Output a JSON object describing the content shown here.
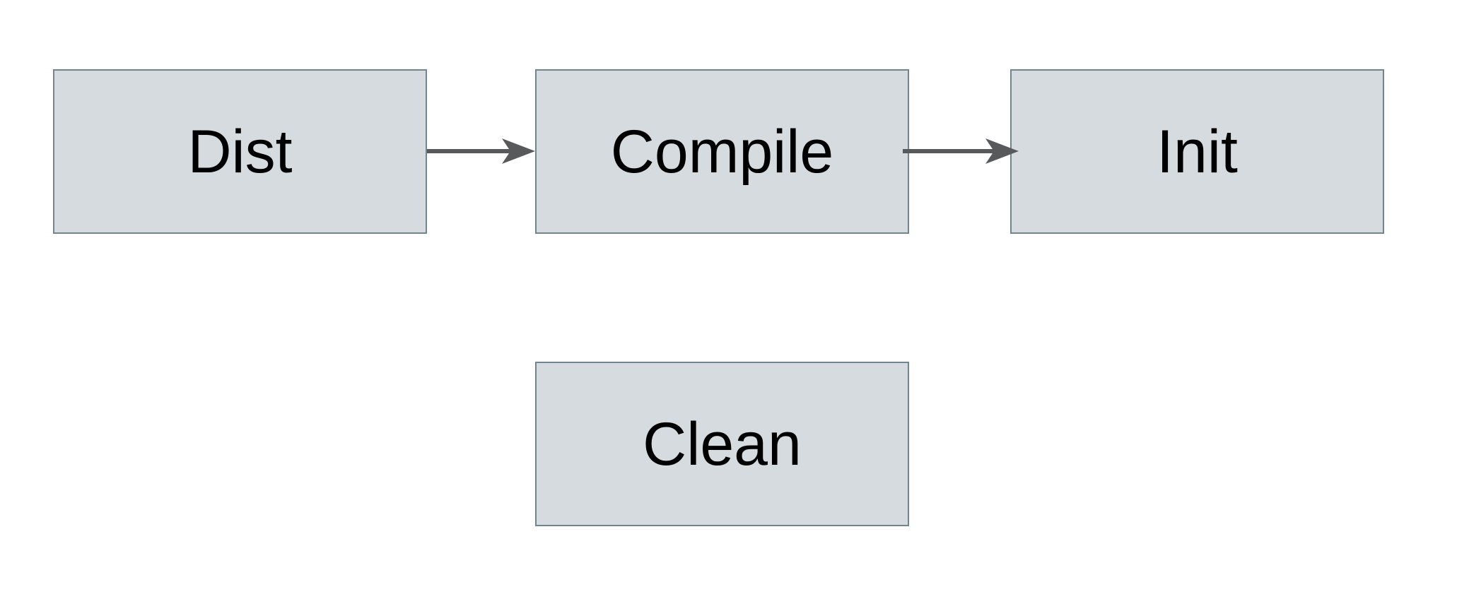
{
  "diagram": {
    "background_color": "#ffffff",
    "node_fill_color": "#d5dbde",
    "node_border_color": "#70858f",
    "arrow_color": "#58595b",
    "text_color": "#000000",
    "nodes": [
      {
        "id": "dist",
        "label": "Dist"
      },
      {
        "id": "compile",
        "label": "Compile"
      },
      {
        "id": "init",
        "label": "Init"
      },
      {
        "id": "clean",
        "label": "Clean"
      }
    ],
    "edges": [
      {
        "from": "Dist",
        "to": "Compile"
      },
      {
        "from": "Compile",
        "to": "Init"
      }
    ]
  }
}
